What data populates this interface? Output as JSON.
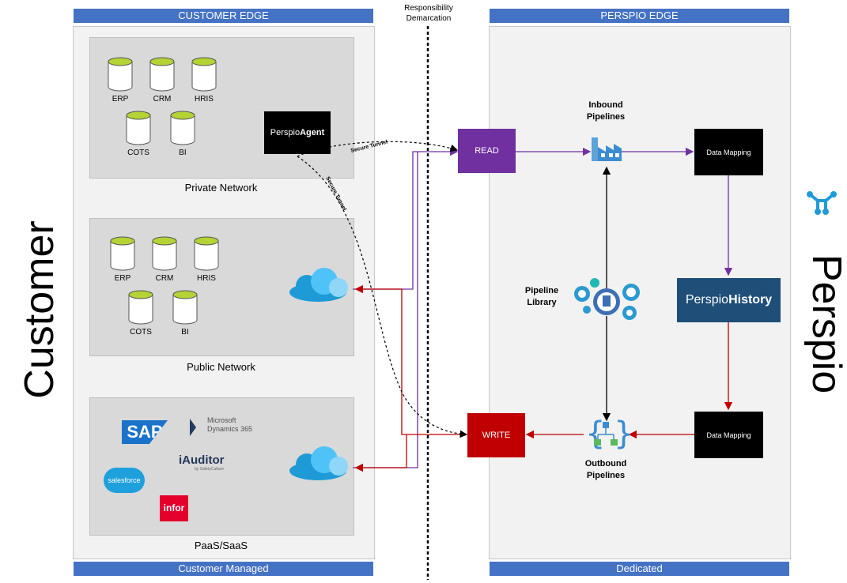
{
  "customer_edge": {
    "title": "CUSTOMER EDGE",
    "footer": "Customer Managed"
  },
  "perspio_edge": {
    "title": "PERSPIO EDGE",
    "footer": "Dedicated"
  },
  "demarcation": {
    "line1": "Responsibility",
    "line2": "Demarcation"
  },
  "side_labels": {
    "left": "Customer",
    "right": "Perspio"
  },
  "private_network": {
    "label": "Private Network",
    "databases": [
      "ERP",
      "CRM",
      "HRIS",
      "COTS",
      "BI"
    ],
    "agent": {
      "prefix": "Perspio",
      "bold": "Agent"
    }
  },
  "public_network": {
    "label": "Public Network",
    "databases": [
      "ERP",
      "CRM",
      "HRIS",
      "COTS",
      "BI"
    ]
  },
  "saas": {
    "label": "PaaS/SaaS",
    "logos": {
      "sap": "SAP",
      "dynamics_line1": "Microsoft",
      "dynamics_line2": "Dynamics 365",
      "iauditor": "iAuditor",
      "iauditor_sub": "by SafetyCulture",
      "salesforce": "salesforce",
      "infor": "infor"
    }
  },
  "tunnels": [
    "Secure Tunnel",
    "Secure Tunnel"
  ],
  "read_box": "READ",
  "write_box": "WRITE",
  "inbound": {
    "line1": "Inbound",
    "line2": "Pipelines"
  },
  "outbound": {
    "line1": "Outbound",
    "line2": "Pipelines"
  },
  "library": {
    "line1": "Pipeline",
    "line2": "Library"
  },
  "mapping_top": "Data Mapping",
  "mapping_bottom": "Data Mapping",
  "history": {
    "prefix": "Perspio",
    "bold": "History"
  },
  "colors": {
    "bar": "#4472c4",
    "read": "#7030a0",
    "write": "#c00000",
    "history": "#1f4e79",
    "db_top": "#b4d334"
  }
}
